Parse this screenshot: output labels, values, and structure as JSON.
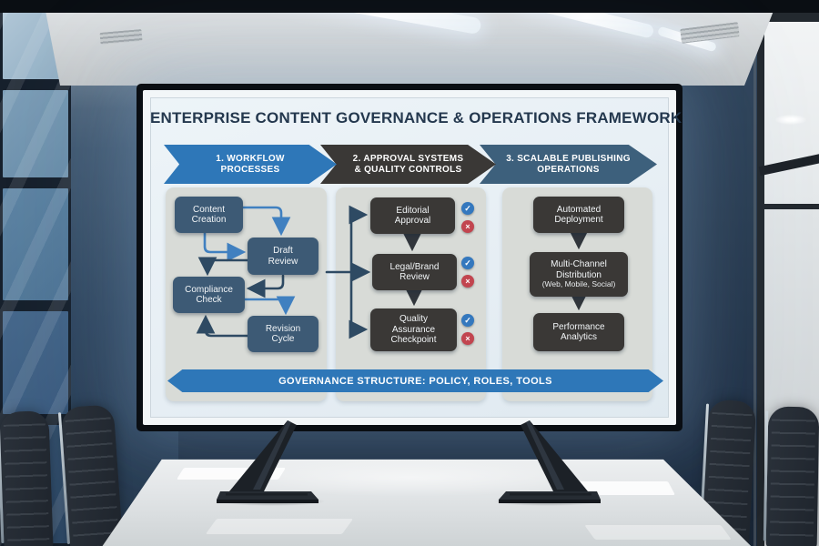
{
  "whiteboard": {
    "title": "ENTERPRISE CONTENT GOVERNANCE & OPERATIONS FRAMEWORK",
    "phases": [
      {
        "label": "1. WORKFLOW\nPROCESSES"
      },
      {
        "label": "2. APPROVAL SYSTEMS\n& QUALITY CONTROLS"
      },
      {
        "label": "3. SCALABLE PUBLISHING\nOPERATIONS"
      }
    ],
    "workflow": {
      "boxes": [
        {
          "label": "Content\nCreation"
        },
        {
          "label": "Draft\nReview"
        },
        {
          "label": "Compliance\nCheck"
        },
        {
          "label": "Revision\nCycle"
        }
      ]
    },
    "approval": {
      "boxes": [
        {
          "label": "Editorial\nApproval"
        },
        {
          "label": "Legal/Brand\nReview"
        },
        {
          "label": "Quality\nAssurance\nCheckpoint"
        }
      ]
    },
    "publishing": {
      "boxes": [
        {
          "label": "Automated\nDeployment"
        },
        {
          "label": "Multi-Channel\nDistribution",
          "sublabel": "(Web, Mobile, Social)"
        },
        {
          "label": "Performance\nAnalytics"
        }
      ]
    },
    "governance": {
      "label": "GOVERNANCE STRUCTURE: POLICY, ROLES, TOOLS"
    },
    "icons": {
      "check": "✓",
      "cross": "×"
    },
    "colors": {
      "phase1_blue": "#2e77b8",
      "phase2_charcoal": "#3a3836",
      "phase3_slate": "#3d607c",
      "workflow_box": "#3d5a75",
      "dark_box": "#3a3836",
      "governance_banner": "#2e77b8",
      "approve_icon": "#3478be",
      "reject_icon": "#c2454f",
      "title_text": "#24384e",
      "connector_blue": "#4080c0",
      "connector_navy": "#2e4a63"
    }
  }
}
